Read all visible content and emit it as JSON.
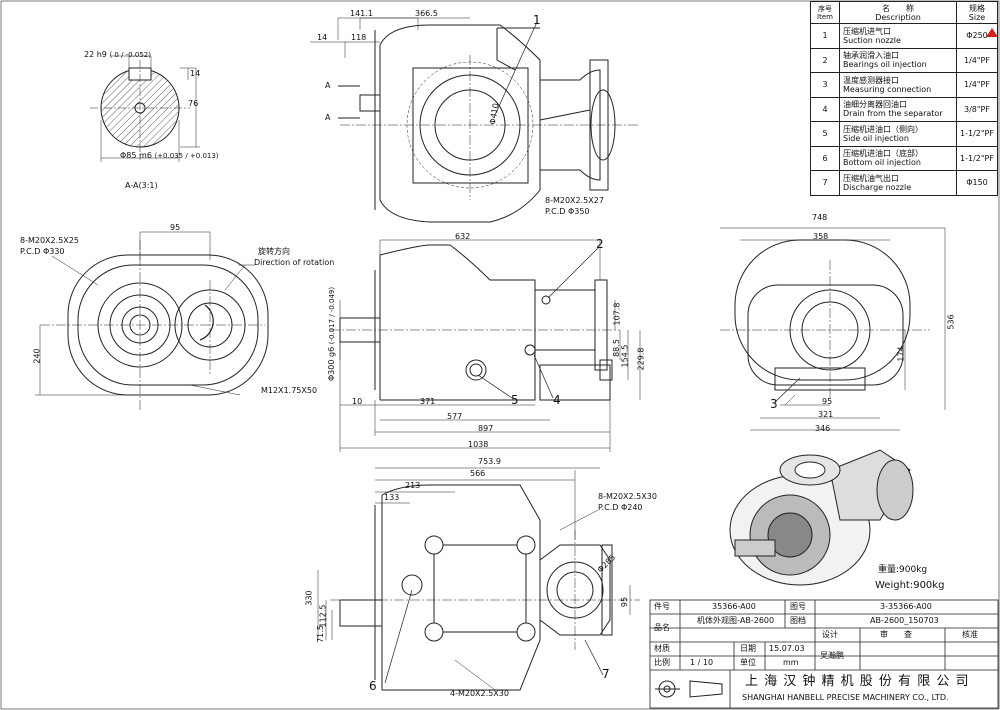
{
  "items_table": {
    "headers": {
      "no_cn": "序号",
      "no_en": "Item",
      "desc_cn": "名　　称",
      "desc_en": "Description",
      "size_cn": "规格",
      "size_en": "Size"
    },
    "rows": [
      {
        "no": "1",
        "cn": "压缩机进气口",
        "en": "Suction nozzle",
        "size": "Φ250"
      },
      {
        "no": "2",
        "cn": "轴承润滑入油口",
        "en": "Bearings oil injection",
        "size": "1/4\"PF"
      },
      {
        "no": "3",
        "cn": "温度感测器接口",
        "en": "Measuring connection",
        "size": "1/4\"PF"
      },
      {
        "no": "4",
        "cn": "油细分离器回油口",
        "en": "Drain from the separator",
        "size": "3/8\"PF"
      },
      {
        "no": "5",
        "cn": "压缩机进油口（侧向）",
        "en": "Side oil injection",
        "size": "1-1/2\"PF"
      },
      {
        "no": "6",
        "cn": "压缩机进油口（底部）",
        "en": "Bottom oil injection",
        "size": "1-1/2\"PF"
      },
      {
        "no": "7",
        "cn": "压缩机油气出口",
        "en": "Discharge nozzle",
        "size": "Φ150"
      }
    ]
  },
  "section_view": {
    "key_dim": "22 h9",
    "key_tol": "( 0 / -0.052)",
    "dim_14": "14",
    "dim_76": "76",
    "shaft_dim": "Φ85 m6",
    "shaft_tol": "(+0.035 / +0.013)",
    "label": "A-A(3:1)"
  },
  "top_view": {
    "dims": [
      "141.1",
      "366.5",
      "14",
      "118"
    ],
    "marker_a": "A",
    "balloon": "1",
    "phi410": "Φ410",
    "bolt_note": "8-M20X2.5X27",
    "pcd_note": "P.C.D Φ350"
  },
  "end_view_left": {
    "bolt_note": "8-M20X2.5X25",
    "pcd_note": "P.C.D Φ330",
    "dim_95": "95",
    "dim_240": "240",
    "rotation_cn": "旋转方向",
    "rotation_en": "Direction of rotation",
    "thread_note": "M12X1.75X50"
  },
  "front_view": {
    "dims": {
      "d632": "632",
      "d10": "10",
      "d371": "371",
      "d577": "577",
      "d897": "897",
      "d1038": "1038",
      "d107": "107.8",
      "d88": "88.5",
      "d154": "154.5",
      "d229": "229.8"
    },
    "shaft_note": "Φ300 g6",
    "shaft_tol": "(-0.017 / -0.049)",
    "balloons": [
      "2",
      "5",
      "4"
    ]
  },
  "right_view": {
    "dims": {
      "d748": "748",
      "d358": "358",
      "d536": "536",
      "d174": "174",
      "d95": "95",
      "d321": "321",
      "d346": "346"
    },
    "balloon": "3"
  },
  "bottom_view": {
    "dims": {
      "d753": "753.9",
      "d566": "566",
      "d213": "213",
      "d133": "133",
      "d330": "330",
      "d112": "112.5",
      "d715": "71.5",
      "d285": "Φ285",
      "d95": "95"
    },
    "bolt_top": "8-M20X2.5X30",
    "pcd_top": "P.C.D Φ240",
    "bolt_bottom": "4-M20X2.5X30",
    "balloons": [
      "6",
      "7"
    ]
  },
  "weight": {
    "cn": "重量:900kg",
    "en": "Weight:900kg"
  },
  "title_block": {
    "part_no_label": "件号",
    "part_no": "35366-A00",
    "drawing_no_label": "图号",
    "drawing_no": "3-35366-A00",
    "name_label": "品名",
    "name": "机体外观图-AB-2600",
    "file_label": "图档",
    "file": "AB-2600_150703",
    "design_label": "设计",
    "review_label": "审　　查",
    "approve_label": "核准",
    "material_label": "材质",
    "date_label": "日期",
    "date": "15.07.03",
    "designer": "吴瀚鹏",
    "scale_label": "比例",
    "scale": "1 / 10",
    "unit_label": "单位",
    "unit": "mm",
    "company_cn": "上 海 汉 钟 精 机 股 份 有 限 公 司",
    "company_en": "SHANGHAI HANBELL PRECISE MACHINERY CO., LTD."
  },
  "colors": {
    "line": "#222222",
    "flag": "#d42020"
  }
}
